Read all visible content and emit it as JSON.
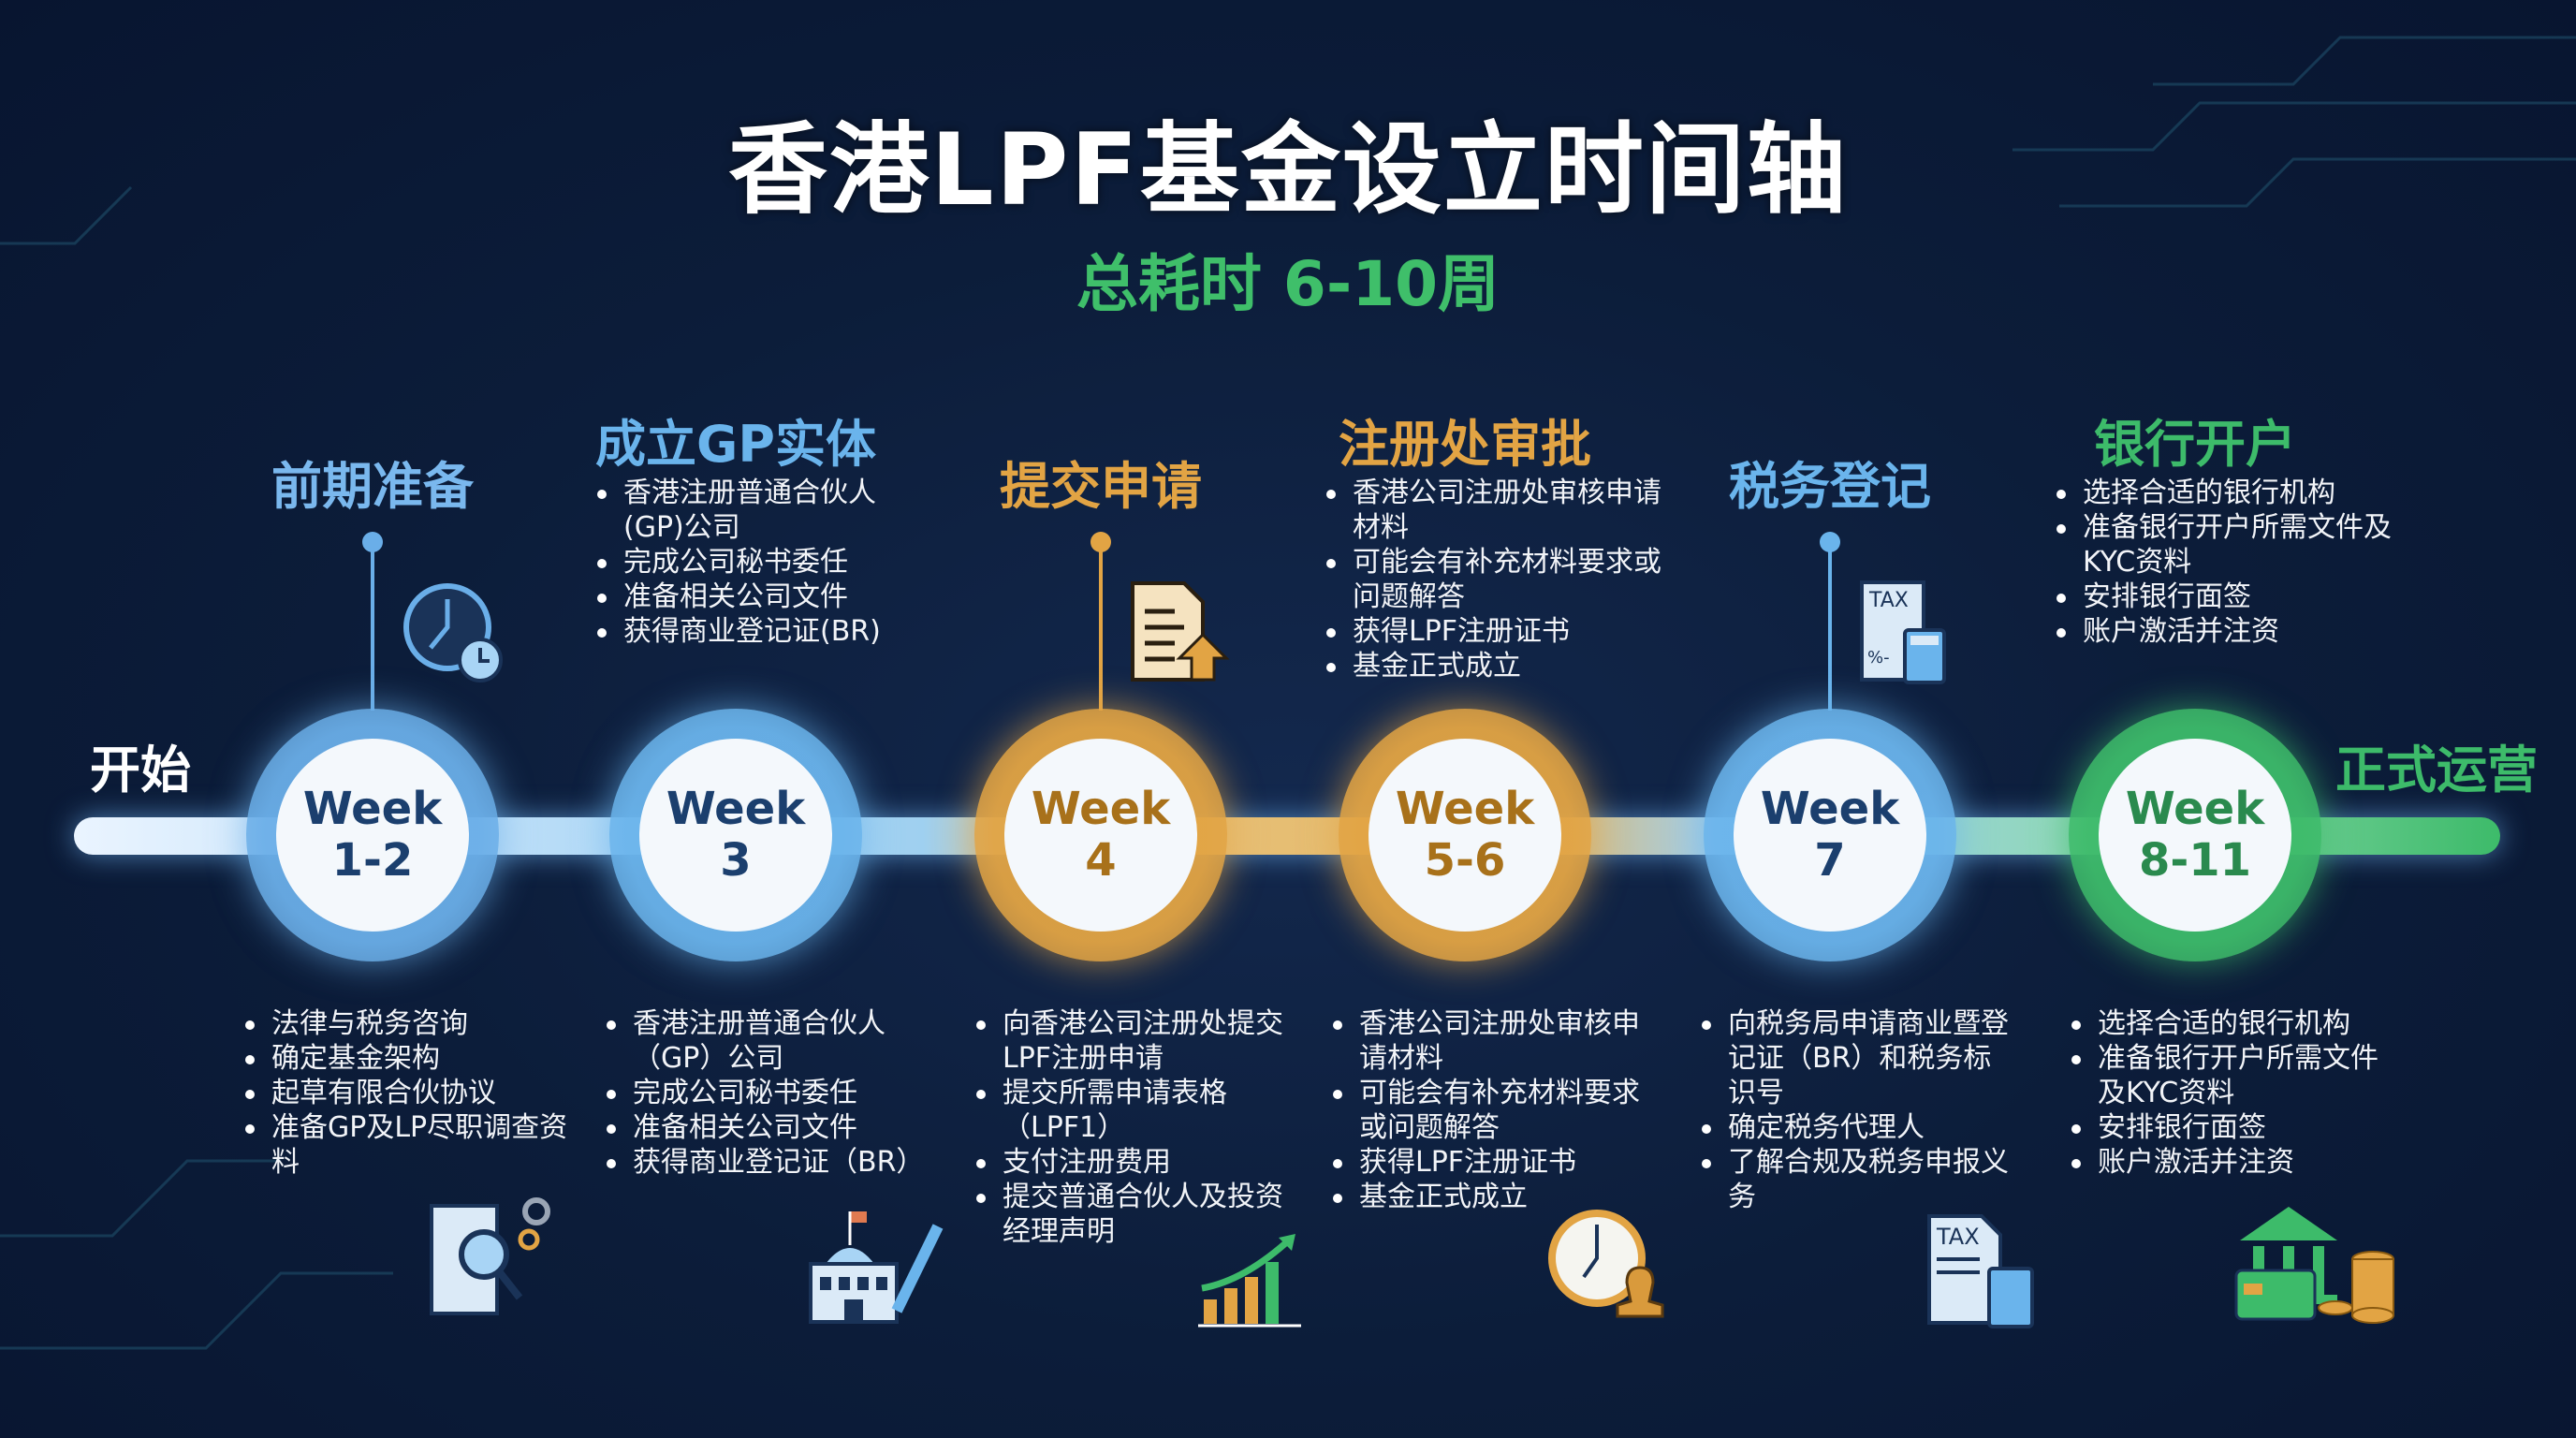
{
  "title": "香港LPF基金设立时间轴",
  "subtitle": "总耗时 6-10周",
  "start_label": "开始",
  "end_label": "正式运营",
  "colors": {
    "blue": "#5aa6e8",
    "orange": "#e2a444",
    "green": "#3dbb6a",
    "background": "#0c1d3a"
  },
  "phases": [
    {
      "title": "前期准备",
      "week": "Week",
      "range": "1-2",
      "color": "#6aaee8",
      "top_icon": "clock-icon",
      "bottom_icon": "document-search-icon",
      "top_bullets": [],
      "bottom_bullets": [
        "法律与税务咨询",
        "确定基金架构",
        "起草有限合伙协议",
        "准备GP及LP尽职调查资料"
      ]
    },
    {
      "title": "成立GP实体",
      "week": "Week",
      "range": "3",
      "color": "#6ab4ec",
      "top_icon": "",
      "bottom_icon": "government-building-icon",
      "top_bullets": [
        "香港注册普通合伙人(GP)公司",
        "完成公司秘书委任",
        "准备相关公司文件",
        "获得商业登记证(BR)"
      ],
      "bottom_bullets": [
        "香港注册普通合伙人（GP）公司",
        "完成公司秘书委任",
        "准备相关公司文件",
        "获得商业登记证（BR）"
      ]
    },
    {
      "title": "提交申请",
      "week": "Week",
      "range": "4",
      "color": "#e2a444",
      "top_icon": "document-upload-icon",
      "bottom_icon": "growth-chart-icon",
      "top_bullets": [],
      "bottom_bullets": [
        "向香港公司注册处提交LPF注册申请",
        "提交所需申请表格（LPF1）",
        "支付注册费用",
        "提交普通合伙人及投资经理声明"
      ]
    },
    {
      "title": "注册处审批",
      "week": "Week",
      "range": "5-6",
      "color": "#e2a444",
      "top_icon": "",
      "bottom_icon": "clock-stamp-icon",
      "top_bullets": [
        "香港公司注册处审核申请材料",
        "可能会有补充材料要求或问题解答",
        "获得LPF注册证书",
        "基金正式成立"
      ],
      "bottom_bullets": [
        "香港公司注册处审核申请材料",
        "可能会有补充材料要求或问题解答",
        "获得LPF注册证书",
        "基金正式成立"
      ]
    },
    {
      "title": "税务登记",
      "week": "Week",
      "range": "7",
      "color": "#6ab4ec",
      "top_icon": "tax-calculator-icon",
      "bottom_icon": "tax-form-icon",
      "top_bullets": [],
      "bottom_bullets": [
        "向税务局申请商业暨登记证（BR）和税务标识号",
        "确定税务代理人",
        "了解合规及税务申报义务"
      ]
    },
    {
      "title": "银行开户",
      "week": "Week",
      "range": "8-11",
      "color": "#3dbb6a",
      "top_icon": "",
      "bottom_icon": "bank-coins-icon",
      "top_bullets": [
        "选择合适的银行机构",
        "准备银行开户所需文件及KYC资料",
        "安排银行面签",
        "账户激活并注资"
      ],
      "bottom_bullets": [
        "选择合适的银行机构",
        "准备银行开户所需文件及KYC资料",
        "安排银行面签",
        "账户激活并注资"
      ]
    }
  ],
  "icon_text": {
    "tax": "TAX",
    "percent": "%-"
  }
}
